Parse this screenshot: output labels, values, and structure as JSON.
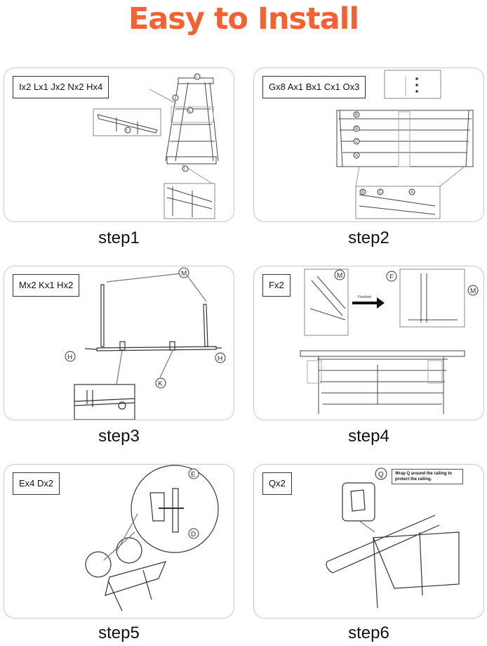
{
  "title": "Easy to Install",
  "colors": {
    "title": "#f26232",
    "line": "#333333",
    "frame": "#c9c9c9"
  },
  "steps": [
    {
      "label": "step1",
      "parts": "Ix2  Lx1  Jx2  Nx2  Hx4"
    },
    {
      "label": "step2",
      "parts": "Gx8  Ax1  Bx1  Cx1  Ox3"
    },
    {
      "label": "step3",
      "parts": "Mx2  Kx1  Hx2"
    },
    {
      "label": "step4",
      "parts": "Fx2",
      "arrow_text": "Finished"
    },
    {
      "label": "step5",
      "parts": "Ex4  Dx2"
    },
    {
      "label": "step6",
      "parts": "Qx2",
      "note": "Wrap Q around the railing to protect the railing."
    }
  ],
  "callouts": {
    "M": "M",
    "H": "H",
    "K": "K",
    "F": "F",
    "E": "E",
    "D": "D",
    "Q": "Q"
  }
}
